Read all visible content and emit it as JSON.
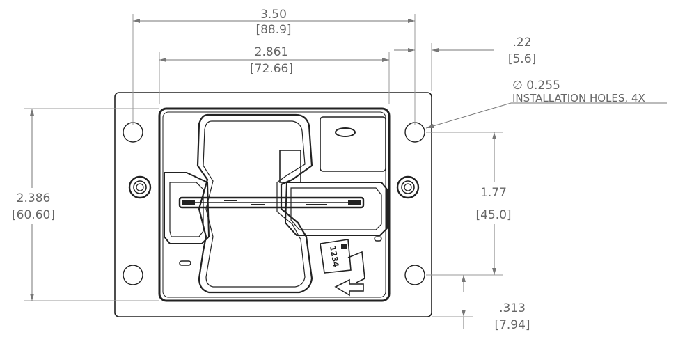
{
  "dimensions": {
    "overall_width": {
      "inch": "3.50",
      "mm": "[88.9]"
    },
    "bezel_width": {
      "inch": "2.861",
      "mm": "[72.66]"
    },
    "hole_edge_offset": {
      "inch": ".22",
      "mm": "[5.6]"
    },
    "overall_height": {
      "inch": "2.386",
      "mm": "[60.60]"
    },
    "hole_spacing_vertical": {
      "inch": "1.77",
      "mm": "[45.0]"
    },
    "hole_bottom_offset": {
      "inch": ".313",
      "mm": "[7.94]"
    }
  },
  "hole_note": {
    "diameter": "∅ 0.255",
    "description": "INSTALLATION HOLES, 4X"
  },
  "card_label": "1234"
}
